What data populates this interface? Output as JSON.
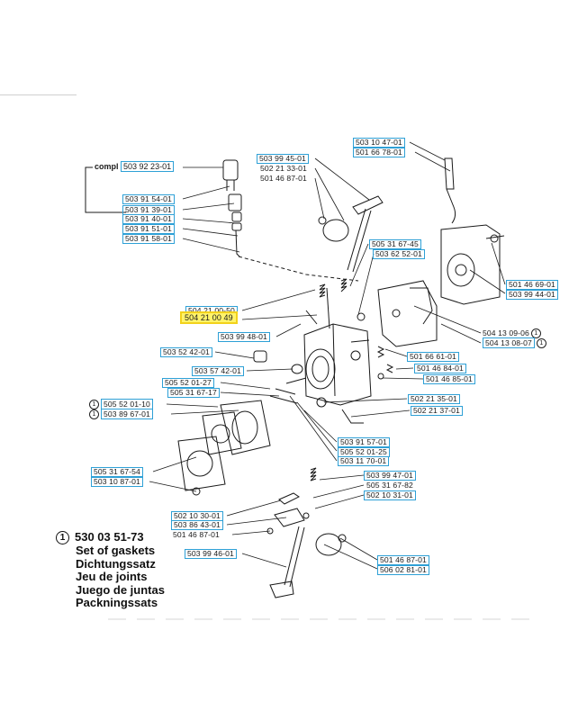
{
  "diagram": {
    "compl_prefix": "compl",
    "compl_part": "503 92 23-01",
    "labels": {
      "p1": "503 99 45-01",
      "p2": "502 21 33-01",
      "p3": "501 46 87-01",
      "p4": "503 10 47-01",
      "p5": "501 66 78-01",
      "p6": "503 91 54-01",
      "p7": "503 91 39-01",
      "p8": "503 91 40-01",
      "p9": "503 91 51-01",
      "p10": "503 91 58-01",
      "p11": "505 31 67-45",
      "p12": "503 62 52-01",
      "p13": "501 46 69-01",
      "p14": "503 99 44-01",
      "p15": "504 21 00-50",
      "p16": "504 21 00 49",
      "p17": "503 99 48-01",
      "p18": "504 13 09-06",
      "p19": "504 13 08-07",
      "p20": "503 52 42-01",
      "p21": "501 66 61-01",
      "p22": "503 57 42-01",
      "p23": "501 46 84-01",
      "p24": "501 46 85-01",
      "p25": "505 52 01-27",
      "p26": "505 31 67-17",
      "p27": "502 21 35-01",
      "p28": "505 52 01-10",
      "p29": "502 21 37-01",
      "p30": "503 89 67-01",
      "p31": "503 91 57-01",
      "p32": "505 52 01-25",
      "p33": "503 11 70-01",
      "p34": "505 31 67-54",
      "p35": "503 10 87-01",
      "p36": "503 99 47-01",
      "p37": "505 31 67-82",
      "p38": "502 10 31-01",
      "p39": "502 10 30-01",
      "p40": "503 86 43-01",
      "p41": "501 46 87-01",
      "p42": "503 99 46-01",
      "p43": "501 46 87-01",
      "p44": "506 02 81-01"
    },
    "circle_marker": "1"
  },
  "legend": {
    "marker": "1",
    "part_number": "530 03 51-73",
    "lines": [
      "Set of gaskets",
      "Dichtungssatz",
      "Jeu de joints",
      "Juego de juntas",
      "Packningssats"
    ]
  },
  "colors": {
    "box_border": "#2ea0d6",
    "highlight_fill": "#fff36a",
    "highlight_border": "#f2d21b",
    "ink": "#1a1a1a"
  }
}
